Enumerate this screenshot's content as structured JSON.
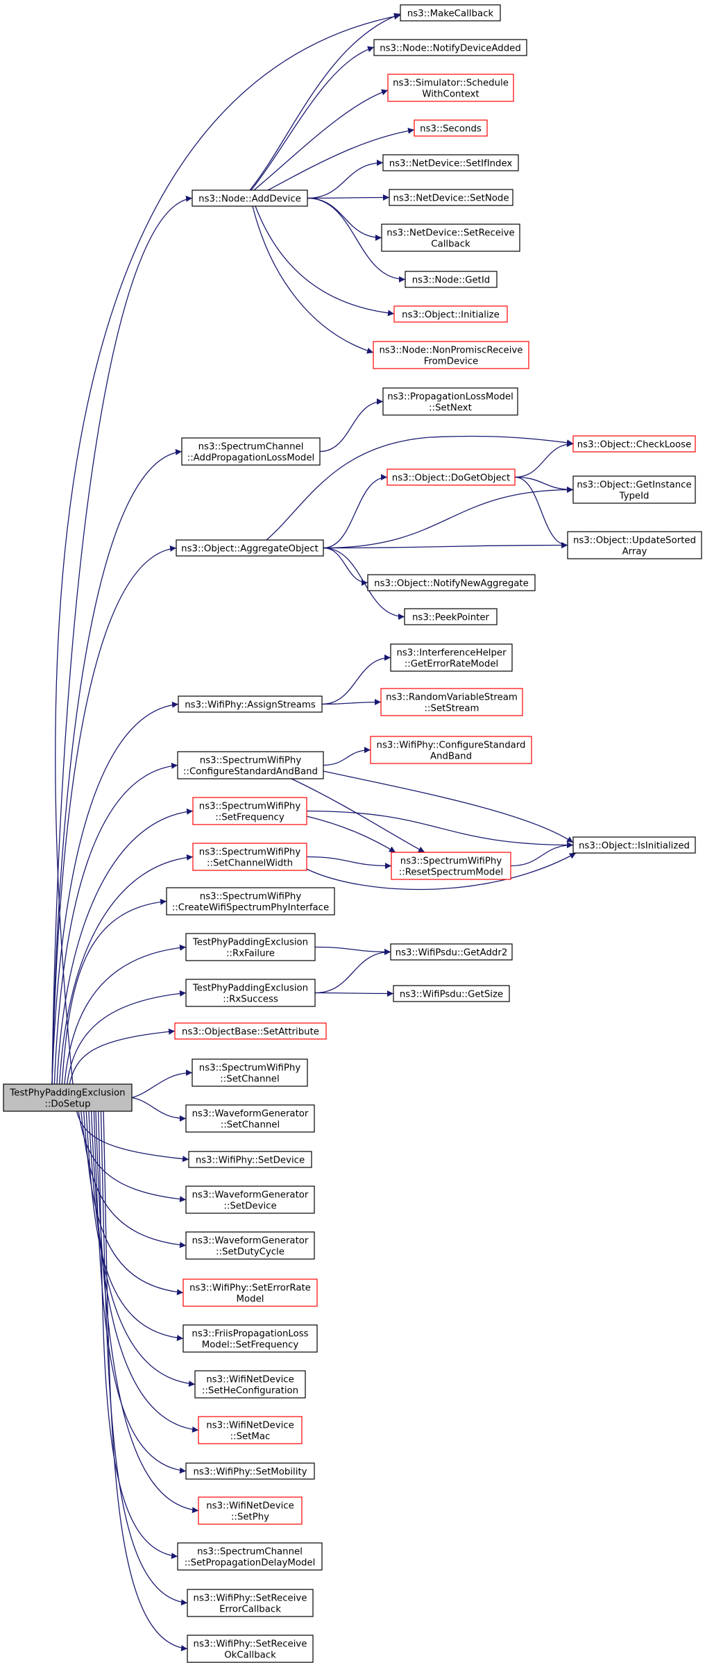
{
  "colors": {
    "edge": "#191970",
    "border": "#000000",
    "border_red": "#ff0000",
    "root_fill": "#bfbfbf",
    "fill": "#ffffff"
  },
  "nodes": [
    {
      "id": "root",
      "lines": [
        "TestPhyPaddingExclusion",
        "::DoSetup"
      ],
      "style": "root"
    },
    {
      "id": "addDevice",
      "lines": [
        "ns3::Node::AddDevice"
      ],
      "style": "normal"
    },
    {
      "id": "makeCallback",
      "lines": [
        "ns3::MakeCallback"
      ],
      "style": "normal"
    },
    {
      "id": "notifyDeviceAdded",
      "lines": [
        "ns3::Node::NotifyDeviceAdded"
      ],
      "style": "normal"
    },
    {
      "id": "scheduleWithContext",
      "lines": [
        "ns3::Simulator::Schedule",
        "WithContext"
      ],
      "style": "red"
    },
    {
      "id": "seconds",
      "lines": [
        "ns3::Seconds"
      ],
      "style": "red"
    },
    {
      "id": "setIfIndex",
      "lines": [
        "ns3::NetDevice::SetIfIndex"
      ],
      "style": "normal"
    },
    {
      "id": "setNode",
      "lines": [
        "ns3::NetDevice::SetNode"
      ],
      "style": "normal"
    },
    {
      "id": "setReceiveCallback",
      "lines": [
        "ns3::NetDevice::SetReceive",
        "Callback"
      ],
      "style": "normal"
    },
    {
      "id": "getId",
      "lines": [
        "ns3::Node::GetId"
      ],
      "style": "normal"
    },
    {
      "id": "initialize",
      "lines": [
        "ns3::Object::Initialize"
      ],
      "style": "red"
    },
    {
      "id": "nonPromisc",
      "lines": [
        "ns3::Node::NonPromiscReceive",
        "FromDevice"
      ],
      "style": "red"
    },
    {
      "id": "propSetNext",
      "lines": [
        "ns3::PropagationLossModel",
        "::SetNext"
      ],
      "style": "normal"
    },
    {
      "id": "addPropLoss",
      "lines": [
        "ns3::SpectrumChannel",
        "::AddPropagationLossModel"
      ],
      "style": "normal"
    },
    {
      "id": "checkLoose",
      "lines": [
        "ns3::Object::CheckLoose"
      ],
      "style": "red"
    },
    {
      "id": "doGetObject",
      "lines": [
        "ns3::Object::DoGetObject"
      ],
      "style": "red"
    },
    {
      "id": "getInstanceTypeId",
      "lines": [
        "ns3::Object::GetInstance",
        "TypeId"
      ],
      "style": "normal"
    },
    {
      "id": "aggregateObject",
      "lines": [
        "ns3::Object::AggregateObject"
      ],
      "style": "normal"
    },
    {
      "id": "updateSortedArray",
      "lines": [
        "ns3::Object::UpdateSorted",
        "Array"
      ],
      "style": "normal"
    },
    {
      "id": "notifyNewAggregate",
      "lines": [
        "ns3::Object::NotifyNewAggregate"
      ],
      "style": "normal"
    },
    {
      "id": "peekPointer",
      "lines": [
        "ns3::PeekPointer"
      ],
      "style": "normal"
    },
    {
      "id": "getErrorRateModel",
      "lines": [
        "ns3::InterferenceHelper",
        "::GetErrorRateModel"
      ],
      "style": "normal"
    },
    {
      "id": "assignStreams",
      "lines": [
        "ns3::WifiPhy::AssignStreams"
      ],
      "style": "normal"
    },
    {
      "id": "setStream",
      "lines": [
        "ns3::RandomVariableStream",
        "::SetStream"
      ],
      "style": "red"
    },
    {
      "id": "swpConfigure",
      "lines": [
        "ns3::SpectrumWifiPhy",
        "::ConfigureStandardAndBand"
      ],
      "style": "normal"
    },
    {
      "id": "wpConfigure",
      "lines": [
        "ns3::WifiPhy::ConfigureStandard",
        "AndBand"
      ],
      "style": "red"
    },
    {
      "id": "setFrequency",
      "lines": [
        "ns3::SpectrumWifiPhy",
        "::SetFrequency"
      ],
      "style": "red"
    },
    {
      "id": "isInitialized",
      "lines": [
        "ns3::Object::IsInitialized"
      ],
      "style": "normal"
    },
    {
      "id": "setChannelWidth",
      "lines": [
        "ns3::SpectrumWifiPhy",
        "::SetChannelWidth"
      ],
      "style": "red"
    },
    {
      "id": "resetSpectrumModel",
      "lines": [
        "ns3::SpectrumWifiPhy",
        "::ResetSpectrumModel"
      ],
      "style": "red"
    },
    {
      "id": "createIface",
      "lines": [
        "ns3::SpectrumWifiPhy",
        "::CreateWifiSpectrumPhyInterface"
      ],
      "style": "normal"
    },
    {
      "id": "rxFailure",
      "lines": [
        "TestPhyPaddingExclusion",
        "::RxFailure"
      ],
      "style": "normal"
    },
    {
      "id": "getAddr2",
      "lines": [
        "ns3::WifiPsdu::GetAddr2"
      ],
      "style": "normal"
    },
    {
      "id": "rxSuccess",
      "lines": [
        "TestPhyPaddingExclusion",
        "::RxSuccess"
      ],
      "style": "normal"
    },
    {
      "id": "getSize",
      "lines": [
        "ns3::WifiPsdu::GetSize"
      ],
      "style": "normal"
    },
    {
      "id": "setAttribute",
      "lines": [
        "ns3::ObjectBase::SetAttribute"
      ],
      "style": "red"
    },
    {
      "id": "swpSetChannel",
      "lines": [
        "ns3::SpectrumWifiPhy",
        "::SetChannel"
      ],
      "style": "normal"
    },
    {
      "id": "wgSetChannel",
      "lines": [
        "ns3::WaveformGenerator",
        "::SetChannel"
      ],
      "style": "normal"
    },
    {
      "id": "wpSetDevice",
      "lines": [
        "ns3::WifiPhy::SetDevice"
      ],
      "style": "normal"
    },
    {
      "id": "wgSetDevice",
      "lines": [
        "ns3::WaveformGenerator",
        "::SetDevice"
      ],
      "style": "normal"
    },
    {
      "id": "wgSetDutyCycle",
      "lines": [
        "ns3::WaveformGenerator",
        "::SetDutyCycle"
      ],
      "style": "normal"
    },
    {
      "id": "setErrorRateModel",
      "lines": [
        "ns3::WifiPhy::SetErrorRate",
        "Model"
      ],
      "style": "red"
    },
    {
      "id": "friisSetFrequency",
      "lines": [
        "ns3::FriisPropagationLoss",
        "Model::SetFrequency"
      ],
      "style": "normal"
    },
    {
      "id": "setHeConfig",
      "lines": [
        "ns3::WifiNetDevice",
        "::SetHeConfiguration"
      ],
      "style": "normal"
    },
    {
      "id": "setMac",
      "lines": [
        "ns3::WifiNetDevice",
        "::SetMac"
      ],
      "style": "red"
    },
    {
      "id": "setMobility",
      "lines": [
        "ns3::WifiPhy::SetMobility"
      ],
      "style": "normal"
    },
    {
      "id": "setPhy",
      "lines": [
        "ns3::WifiNetDevice",
        "::SetPhy"
      ],
      "style": "red"
    },
    {
      "id": "setPropDelay",
      "lines": [
        "ns3::SpectrumChannel",
        "::SetPropagationDelayModel"
      ],
      "style": "normal"
    },
    {
      "id": "setRxErrCb",
      "lines": [
        "ns3::WifiPhy::SetReceive",
        "ErrorCallback"
      ],
      "style": "normal"
    },
    {
      "id": "setRxOkCb",
      "lines": [
        "ns3::WifiPhy::SetReceive",
        "OkCallback"
      ],
      "style": "normal"
    }
  ],
  "edges": [
    [
      "root",
      "makeCallback"
    ],
    [
      "root",
      "addDevice"
    ],
    [
      "root",
      "addPropLoss"
    ],
    [
      "root",
      "aggregateObject"
    ],
    [
      "root",
      "assignStreams"
    ],
    [
      "root",
      "swpConfigure"
    ],
    [
      "root",
      "setFrequency"
    ],
    [
      "root",
      "setChannelWidth"
    ],
    [
      "root",
      "createIface"
    ],
    [
      "root",
      "rxFailure"
    ],
    [
      "root",
      "rxSuccess"
    ],
    [
      "root",
      "setAttribute"
    ],
    [
      "root",
      "swpSetChannel"
    ],
    [
      "root",
      "wgSetChannel"
    ],
    [
      "root",
      "wpSetDevice"
    ],
    [
      "root",
      "wgSetDevice"
    ],
    [
      "root",
      "wgSetDutyCycle"
    ],
    [
      "root",
      "setErrorRateModel"
    ],
    [
      "root",
      "friisSetFrequency"
    ],
    [
      "root",
      "setHeConfig"
    ],
    [
      "root",
      "setMac"
    ],
    [
      "root",
      "setMobility"
    ],
    [
      "root",
      "setPhy"
    ],
    [
      "root",
      "setPropDelay"
    ],
    [
      "root",
      "setRxErrCb"
    ],
    [
      "root",
      "setRxOkCb"
    ],
    [
      "addDevice",
      "makeCallback"
    ],
    [
      "addDevice",
      "notifyDeviceAdded"
    ],
    [
      "addDevice",
      "scheduleWithContext"
    ],
    [
      "addDevice",
      "seconds"
    ],
    [
      "addDevice",
      "setIfIndex"
    ],
    [
      "addDevice",
      "setNode"
    ],
    [
      "addDevice",
      "setReceiveCallback"
    ],
    [
      "addDevice",
      "getId"
    ],
    [
      "addDevice",
      "initialize"
    ],
    [
      "addDevice",
      "nonPromisc"
    ],
    [
      "addPropLoss",
      "propSetNext"
    ],
    [
      "aggregateObject",
      "checkLoose"
    ],
    [
      "aggregateObject",
      "doGetObject"
    ],
    [
      "aggregateObject",
      "getInstanceTypeId"
    ],
    [
      "aggregateObject",
      "updateSortedArray"
    ],
    [
      "aggregateObject",
      "notifyNewAggregate"
    ],
    [
      "aggregateObject",
      "peekPointer"
    ],
    [
      "doGetObject",
      "checkLoose"
    ],
    [
      "doGetObject",
      "getInstanceTypeId"
    ],
    [
      "doGetObject",
      "updateSortedArray"
    ],
    [
      "assignStreams",
      "getErrorRateModel"
    ],
    [
      "assignStreams",
      "setStream"
    ],
    [
      "swpConfigure",
      "wpConfigure"
    ],
    [
      "swpConfigure",
      "isInitialized"
    ],
    [
      "swpConfigure",
      "resetSpectrumModel"
    ],
    [
      "setFrequency",
      "isInitialized"
    ],
    [
      "setFrequency",
      "resetSpectrumModel"
    ],
    [
      "setChannelWidth",
      "resetSpectrumModel"
    ],
    [
      "setChannelWidth",
      "isInitialized"
    ],
    [
      "resetSpectrumModel",
      "isInitialized"
    ],
    [
      "rxFailure",
      "getAddr2"
    ],
    [
      "rxSuccess",
      "getAddr2"
    ],
    [
      "rxSuccess",
      "getSize"
    ]
  ]
}
